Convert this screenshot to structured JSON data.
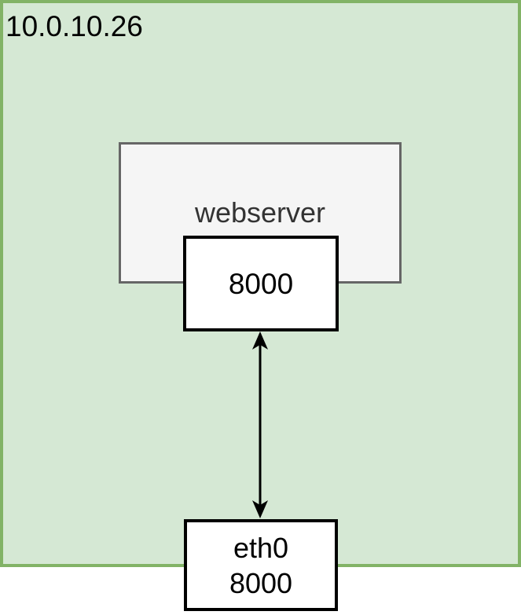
{
  "diagram": {
    "network_zone": {
      "label": "10.0.10.26"
    },
    "webserver_node": {
      "label": "webserver"
    },
    "webserver_port": {
      "label": "8000"
    },
    "host_interface": {
      "name": "eth0",
      "port": "8000"
    },
    "connection": {
      "style": "bidirectional-vertical-arrow"
    }
  },
  "colors": {
    "zone_fill": "#d5e8d4",
    "zone_stroke": "#82b366",
    "webserver_fill": "#f5f5f5",
    "webserver_stroke": "#666666",
    "webserver_text": "#333333",
    "port_fill": "#ffffff",
    "port_stroke": "#000000",
    "label_text": "#000000",
    "arrow": "#000000",
    "page_background": "#ffffff"
  }
}
